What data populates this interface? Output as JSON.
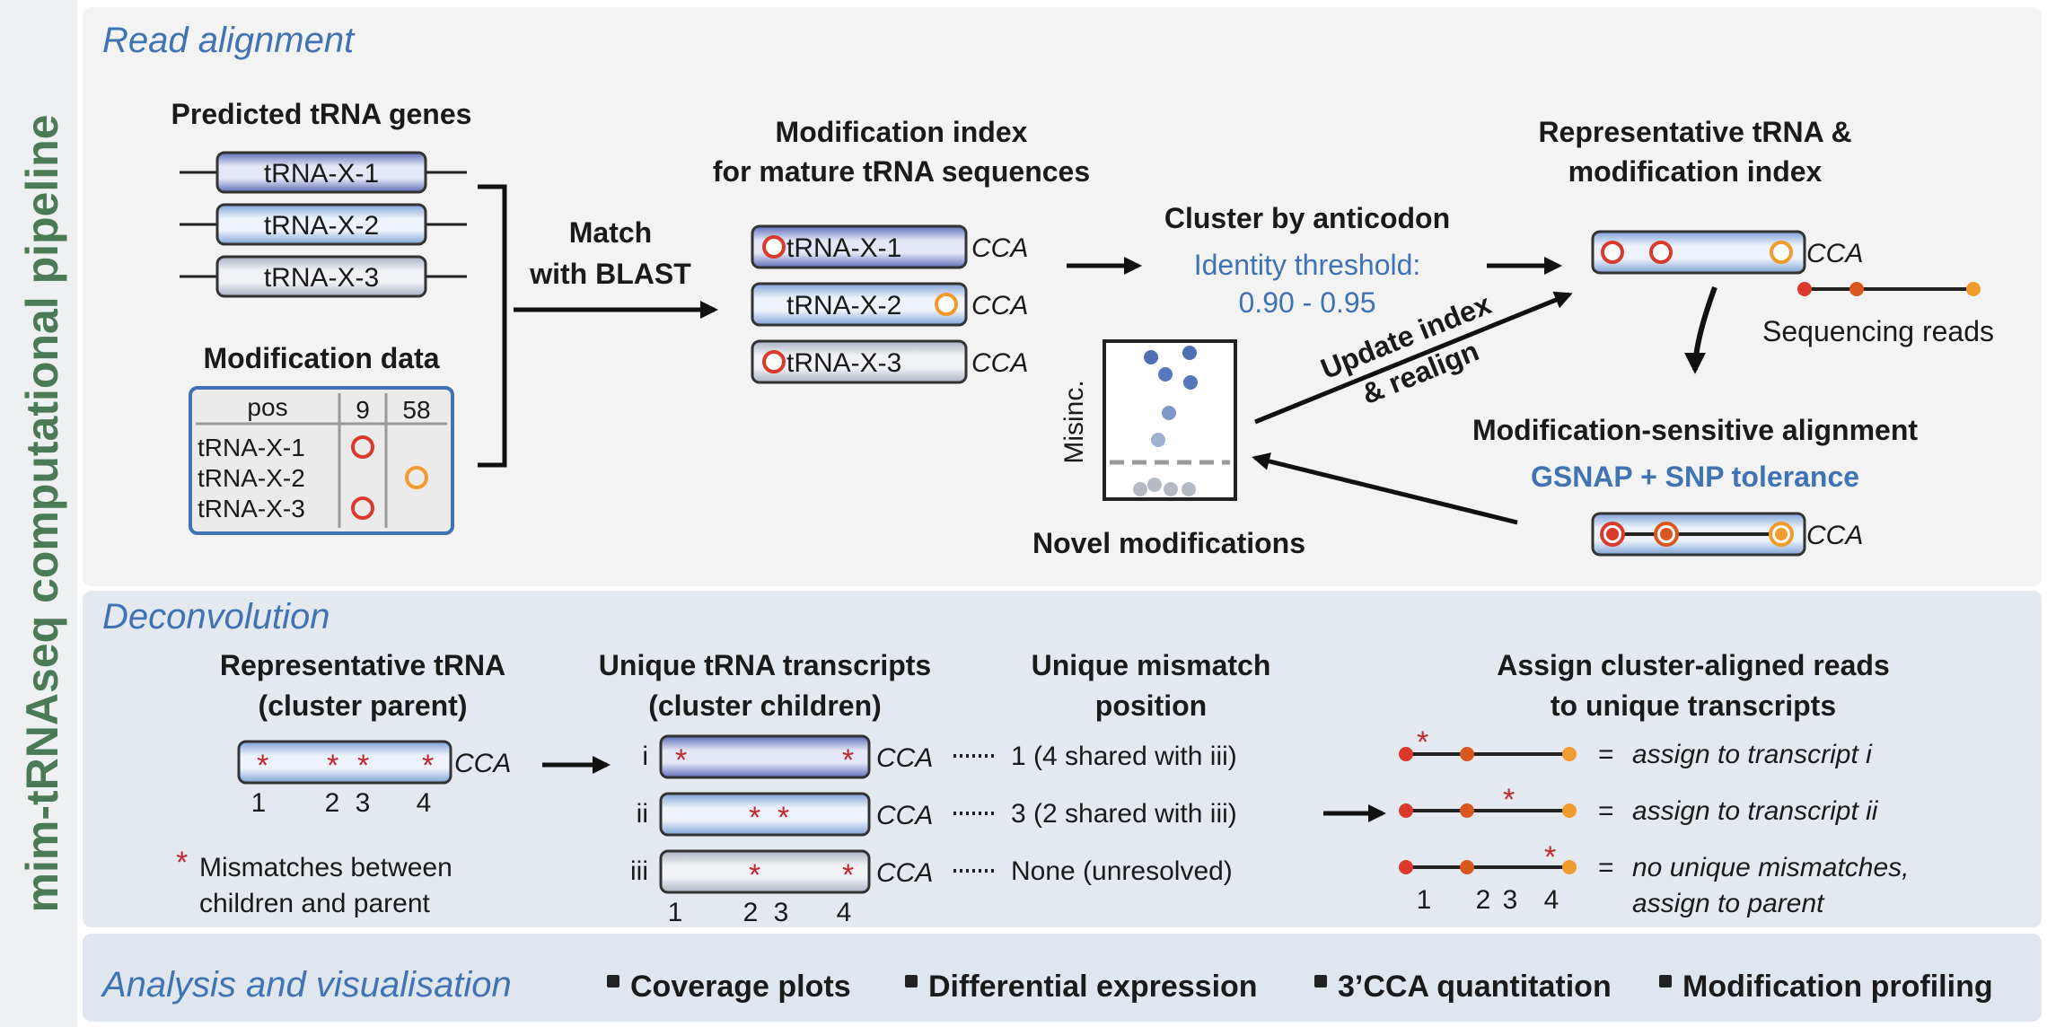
{
  "colors": {
    "section_bg_top": "#f3f3f4",
    "section_bg_mid": "#e4e8ef",
    "section_bg_bottom": "#dfe6ee",
    "side_label": "#4b7a57",
    "accent_blue": "#3f73b4",
    "mod_red": "#d93a2b",
    "mod_orange": "#f19a2d"
  },
  "side_label": "mim-tRNAseq computational pipeline",
  "sections": {
    "read_alignment": "Read alignment",
    "deconvolution": "Deconvolution",
    "analysis": "Analysis and visualisation"
  },
  "read_alignment": {
    "predicted_title": "Predicted tRNA genes",
    "genes": [
      "tRNA-X-1",
      "tRNA-X-2",
      "tRNA-X-3"
    ],
    "moddata_title": "Modification data",
    "mod_table": {
      "header": [
        "pos",
        "9",
        "58"
      ],
      "rows": [
        "tRNA-X-1",
        "tRNA-X-2",
        "tRNA-X-3"
      ]
    },
    "match_label_1": "Match",
    "match_label_2": "with BLAST",
    "index_title_1": "Modification index",
    "index_title_2": "for mature tRNA sequences",
    "index_genes": [
      "tRNA-X-1",
      "tRNA-X-2",
      "tRNA-X-3"
    ],
    "cca": "CCA",
    "cluster_title": "Cluster by anticodon",
    "identity_1": "Identity threshold:",
    "identity_2": "0.90 - 0.95",
    "rep_title_1": "Representative tRNA &",
    "rep_title_2": "modification index",
    "seq_reads": "Sequencing reads",
    "update_1": "Update index",
    "update_2": "& realign",
    "misinc": "Misinc.",
    "novel": "Novel modifications",
    "alignment_title": "Modification-sensitive alignment",
    "gsnap": "GSNAP + SNP tolerance"
  },
  "deconvolution": {
    "parent_title_1": "Representative tRNA",
    "parent_title_2": "(cluster parent)",
    "positions": [
      "1",
      "2",
      "3",
      "4"
    ],
    "mismatch_note_1": "Mismatches between",
    "mismatch_note_2": "children and parent",
    "children_title_1": "Unique tRNA transcripts",
    "children_title_2": "(cluster children)",
    "children": [
      "i",
      "ii",
      "iii"
    ],
    "mismatch_title_1": "Unique mismatch",
    "mismatch_title_2": "position",
    "mismatch_values": [
      "1 (4 shared with iii)",
      "3 (2 shared with iii)",
      "None (unresolved)"
    ],
    "assign_title_1": "Assign cluster-aligned reads",
    "assign_title_2": "to unique transcripts",
    "assign_values": [
      "assign to transcript i",
      "assign to transcript ii",
      "no unique mismatches,"
    ],
    "assign_extra": "assign to parent",
    "equals": "=",
    "read_positions": [
      "1",
      "2",
      "3",
      "4"
    ]
  },
  "analysis": {
    "items": [
      "Coverage plots",
      "Differential expression",
      "3’CCA quantitation",
      "Modification profiling"
    ]
  }
}
